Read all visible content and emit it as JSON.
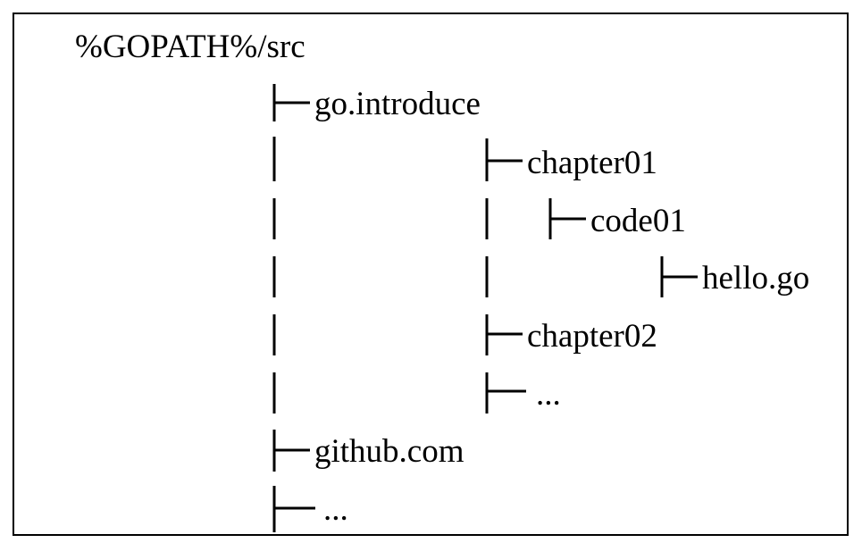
{
  "tree": {
    "root": {
      "label": "%GOPATH%/src"
    },
    "nodes": [
      {
        "id": "go-introduce",
        "label": "go.introduce",
        "depth": 1
      },
      {
        "id": "chapter01",
        "label": "chapter01",
        "depth": 2
      },
      {
        "id": "code01",
        "label": "code01",
        "depth": 3
      },
      {
        "id": "hello-go",
        "label": "hello.go",
        "depth": 4
      },
      {
        "id": "chapter02",
        "label": "chapter02",
        "depth": 2
      },
      {
        "id": "chapter-ellipsis",
        "label": "...",
        "depth": 2
      },
      {
        "id": "github-com",
        "label": "github.com",
        "depth": 1
      },
      {
        "id": "src-ellipsis",
        "label": "...",
        "depth": 1
      }
    ]
  },
  "colors": {
    "line": "#000000",
    "text": "#000000",
    "background": "#ffffff"
  }
}
